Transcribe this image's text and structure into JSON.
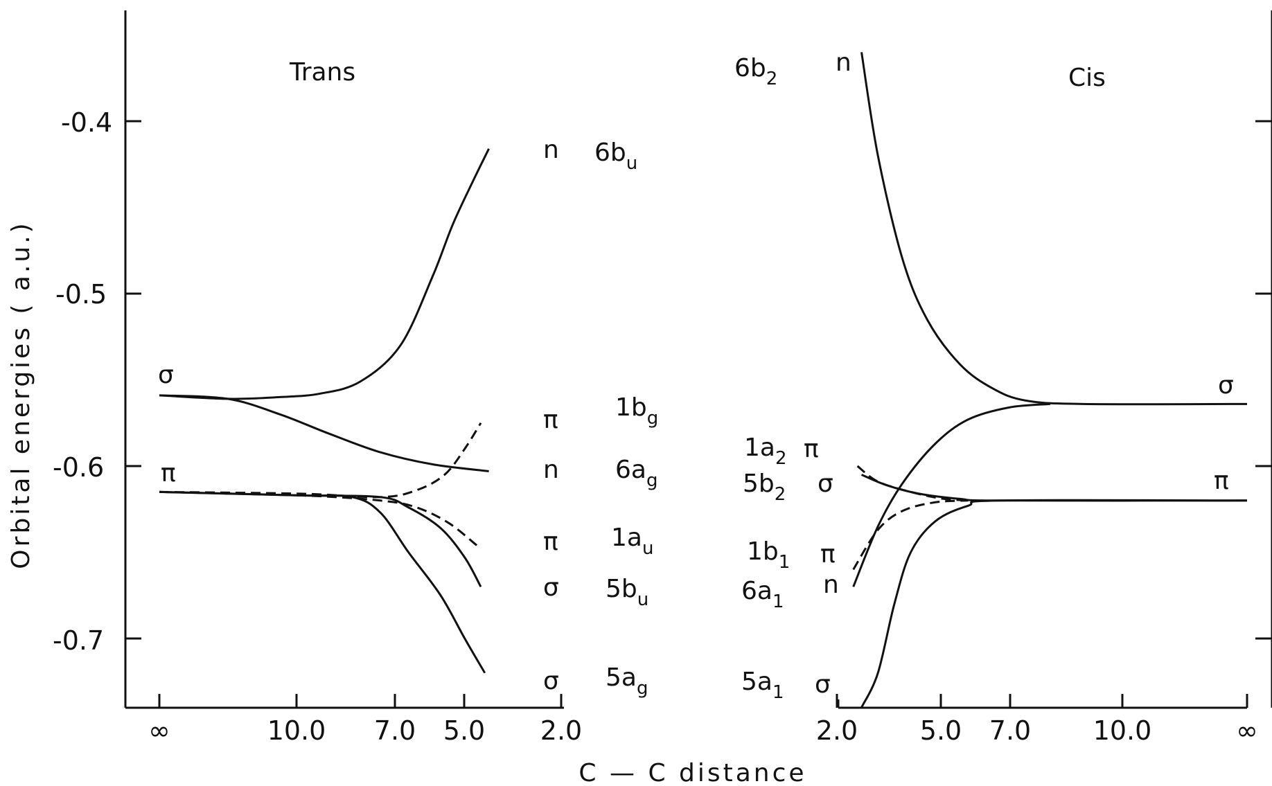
{
  "chart_data": {
    "type": "line",
    "ylabel": "Orbital energies ( a.u.)",
    "xlabel": "C — C distance",
    "ylim": [
      -0.74,
      -0.33
    ],
    "y_ticks": [
      -0.4,
      -0.5,
      -0.6,
      -0.7
    ],
    "y_tick_labels": [
      "-0.4",
      "-0.5",
      "-0.6",
      "-0.7"
    ],
    "grid": false,
    "panels": [
      {
        "title": "Trans",
        "x_tick_labels": [
          "∞",
          "10.0",
          "7.0",
          "5.0",
          "2.0"
        ],
        "series": [
          {
            "style": "solid",
            "start_label": "σ",
            "end_label": "n",
            "orbital": "6b",
            "orbital_sub": "u",
            "points": [
              [
                0.0,
                -0.559
              ],
              [
                0.17,
                -0.561
              ],
              [
                0.3,
                -0.56
              ],
              [
                0.4,
                -0.558
              ],
              [
                0.5,
                -0.551
              ],
              [
                0.6,
                -0.53
              ],
              [
                0.68,
                -0.49
              ],
              [
                0.73,
                -0.46
              ],
              [
                0.78,
                -0.435
              ],
              [
                0.82,
                -0.416
              ]
            ]
          },
          {
            "style": "solid",
            "end_label": "n",
            "orbital": "6a",
            "orbital_sub": "g",
            "points": [
              [
                0.0,
                -0.559
              ],
              [
                0.17,
                -0.561
              ],
              [
                0.3,
                -0.57
              ],
              [
                0.42,
                -0.581
              ],
              [
                0.55,
                -0.592
              ],
              [
                0.68,
                -0.599
              ],
              [
                0.82,
                -0.603
              ]
            ]
          },
          {
            "style": "dashed",
            "start_label": "π",
            "end_label": "π",
            "orbital": "1b",
            "orbital_sub": "g",
            "points": [
              [
                0.0,
                -0.615
              ],
              [
                0.35,
                -0.616
              ],
              [
                0.55,
                -0.618
              ],
              [
                0.64,
                -0.614
              ],
              [
                0.71,
                -0.605
              ],
              [
                0.76,
                -0.59
              ],
              [
                0.8,
                -0.575
              ]
            ]
          },
          {
            "style": "dashed",
            "end_label": "π",
            "orbital": "1a",
            "orbital_sub": "u",
            "points": [
              [
                0.0,
                -0.615
              ],
              [
                0.35,
                -0.617
              ],
              [
                0.55,
                -0.62
              ],
              [
                0.64,
                -0.624
              ],
              [
                0.72,
                -0.633
              ],
              [
                0.79,
                -0.646
              ]
            ]
          },
          {
            "style": "solid",
            "end_label": "σ",
            "orbital": "5b",
            "orbital_sub": "u",
            "points": [
              [
                0.0,
                -0.615
              ],
              [
                0.35,
                -0.617
              ],
              [
                0.55,
                -0.618
              ],
              [
                0.62,
                -0.624
              ],
              [
                0.7,
                -0.636
              ],
              [
                0.76,
                -0.653
              ],
              [
                0.8,
                -0.67
              ]
            ]
          },
          {
            "style": "solid",
            "end_label": "σ",
            "orbital": "5a",
            "orbital_sub": "g",
            "points": [
              [
                0.0,
                -0.615
              ],
              [
                0.35,
                -0.617
              ],
              [
                0.48,
                -0.618
              ],
              [
                0.55,
                -0.627
              ],
              [
                0.62,
                -0.65
              ],
              [
                0.7,
                -0.675
              ],
              [
                0.76,
                -0.7
              ],
              [
                0.81,
                -0.72
              ]
            ]
          }
        ]
      },
      {
        "title": "Cis",
        "x_tick_labels": [
          "2.0",
          "5.0",
          "7.0",
          "10.0",
          "∞"
        ],
        "series": [
          {
            "style": "solid",
            "start_label": "n",
            "end_label": "σ",
            "orbital": "6b",
            "orbital_sub": "2",
            "points": [
              [
                0.06,
                -0.36
              ],
              [
                0.1,
                -0.42
              ],
              [
                0.16,
                -0.48
              ],
              [
                0.22,
                -0.515
              ],
              [
                0.3,
                -0.541
              ],
              [
                0.38,
                -0.555
              ],
              [
                0.46,
                -0.562
              ],
              [
                0.6,
                -0.564
              ],
              [
                1.0,
                -0.564
              ]
            ]
          },
          {
            "style": "solid",
            "orbital": "6a",
            "orbital_sub": "1",
            "start_label": "n",
            "points": [
              [
                0.04,
                -0.67
              ],
              [
                0.1,
                -0.635
              ],
              [
                0.16,
                -0.61
              ],
              [
                0.24,
                -0.587
              ],
              [
                0.32,
                -0.573
              ],
              [
                0.42,
                -0.566
              ],
              [
                0.52,
                -0.564
              ]
            ]
          },
          {
            "style": "solid",
            "orbital": "5b",
            "orbital_sub": "2",
            "start_label": "σ",
            "points": [
              [
                0.06,
                -0.605
              ],
              [
                0.12,
                -0.611
              ],
              [
                0.2,
                -0.616
              ],
              [
                0.3,
                -0.619
              ],
              [
                0.4,
                -0.62
              ],
              [
                1.0,
                -0.62
              ]
            ]
          },
          {
            "style": "dashed",
            "orbital": "1a",
            "orbital_sub": "2",
            "start_label": "π",
            "points": [
              [
                0.05,
                -0.6
              ],
              [
                0.1,
                -0.609
              ],
              [
                0.18,
                -0.615
              ],
              [
                0.26,
                -0.619
              ],
              [
                0.34,
                -0.62
              ]
            ]
          },
          {
            "style": "dashed",
            "orbital": "1b",
            "orbital_sub": "1",
            "start_label": "π",
            "points": [
              [
                0.04,
                -0.66
              ],
              [
                0.1,
                -0.637
              ],
              [
                0.16,
                -0.626
              ],
              [
                0.24,
                -0.621
              ],
              [
                0.32,
                -0.62
              ]
            ]
          },
          {
            "style": "solid",
            "orbital": "5a",
            "orbital_sub": "1",
            "start_label": "σ",
            "end_label": "π",
            "points": [
              [
                0.06,
                -0.74
              ],
              [
                0.1,
                -0.72
              ],
              [
                0.14,
                -0.68
              ],
              [
                0.18,
                -0.65
              ],
              [
                0.24,
                -0.632
              ],
              [
                0.32,
                -0.623
              ],
              [
                0.4,
                -0.62
              ],
              [
                1.0,
                -0.62
              ]
            ]
          }
        ]
      }
    ]
  }
}
